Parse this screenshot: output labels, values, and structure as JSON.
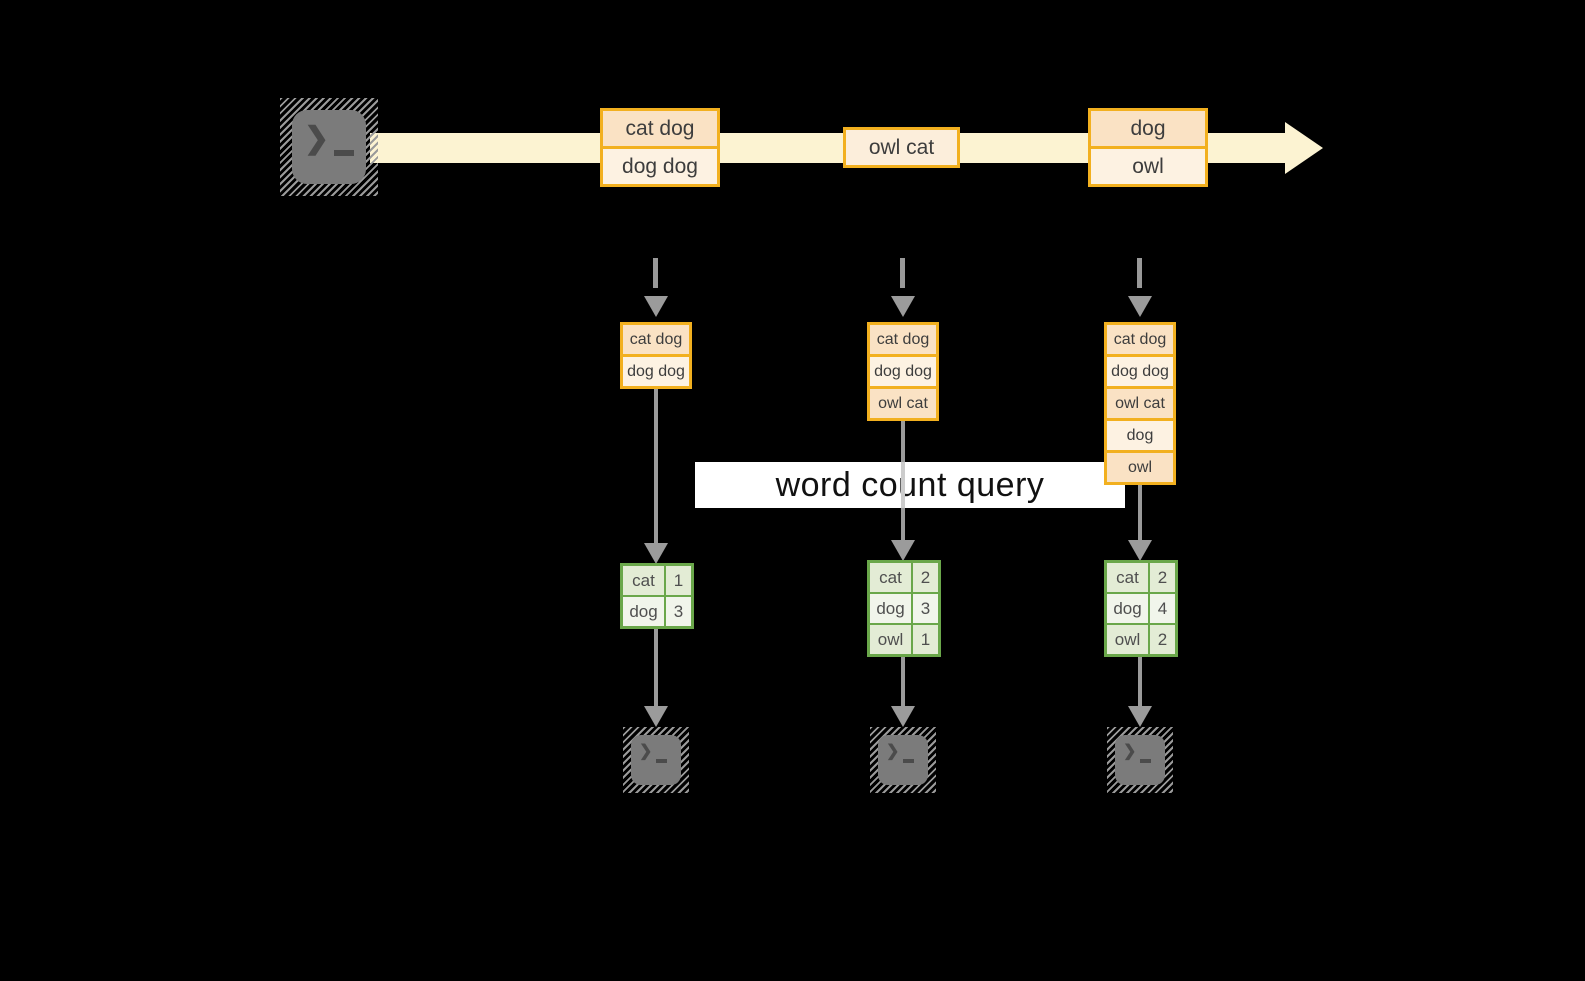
{
  "diagram": {
    "banner_label": "word count query",
    "icons": {
      "terminal_prompt": "❯"
    },
    "colors": {
      "background": "#000000",
      "stream_band": "#fcf3d2",
      "orange_border": "#f2b01f",
      "peach_dark": "#fae2c4",
      "peach_light": "#fdf2e2",
      "peach_single": "#fceedb",
      "green_border": "#6aa74a",
      "green_row_dark": "#e3ecd5",
      "green_row_light": "#f1f5eb",
      "connector_gray": "#9b9b9b",
      "terminal_gray": "#7b7b7b",
      "banner_bg": "#ffffff"
    },
    "stream": {
      "batches": [
        {
          "items": [
            "cat dog",
            "dog dog"
          ]
        },
        {
          "items": [
            "owl cat"
          ]
        },
        {
          "items": [
            "dog",
            "owl"
          ]
        }
      ]
    },
    "columns": [
      {
        "input": [
          "cat dog",
          "dog dog"
        ],
        "counts": [
          {
            "word": "cat",
            "count": "1"
          },
          {
            "word": "dog",
            "count": "3"
          }
        ]
      },
      {
        "input": [
          "cat dog",
          "dog dog",
          "owl cat"
        ],
        "counts": [
          {
            "word": "cat",
            "count": "2"
          },
          {
            "word": "dog",
            "count": "3"
          },
          {
            "word": "owl",
            "count": "1"
          }
        ]
      },
      {
        "input": [
          "cat dog",
          "dog dog",
          "owl cat",
          "dog",
          "owl"
        ],
        "counts": [
          {
            "word": "cat",
            "count": "2"
          },
          {
            "word": "dog",
            "count": "4"
          },
          {
            "word": "owl",
            "count": "2"
          }
        ]
      }
    ]
  }
}
